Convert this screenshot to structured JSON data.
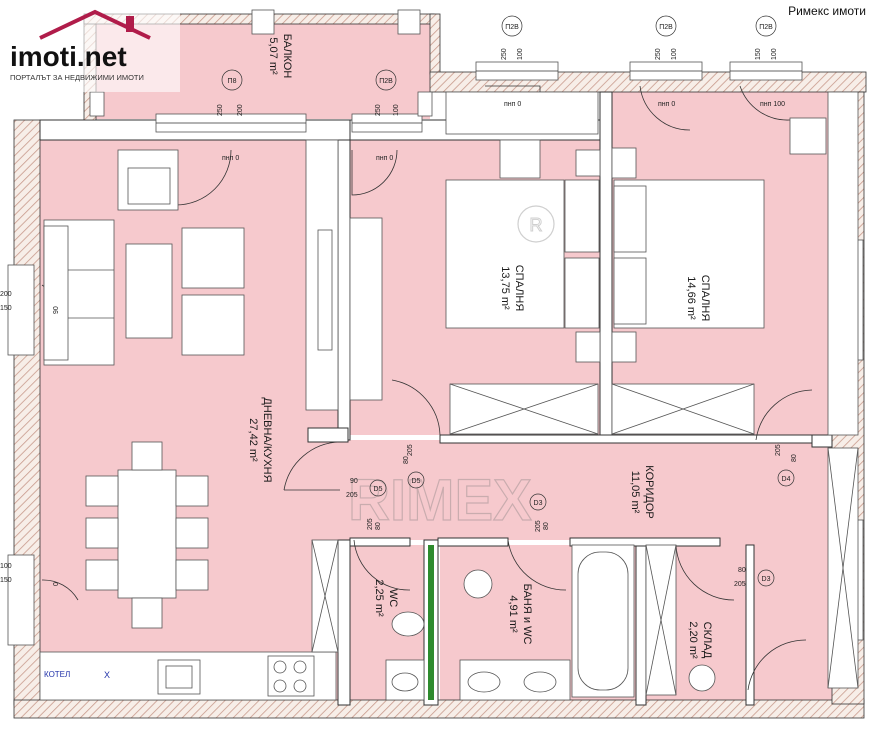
{
  "logo": {
    "brand": "imoti.net",
    "tagline": "ПОРТАЛЪТ ЗА НЕДВИЖИМИ ИМОТИ"
  },
  "watermark_top": "Римекс имоти",
  "watermark_center": "RIMEX",
  "rooms": {
    "balcony": {
      "name": "БАЛКОН",
      "area": "5,07 m²"
    },
    "living": {
      "name": "ДНЕВНА/КУХНЯ",
      "area": "27,42 m²"
    },
    "bedroom1": {
      "name": "СПАЛНЯ",
      "area": "13,75 m²"
    },
    "bedroom2": {
      "name": "СПАЛНЯ",
      "area": "14,66 m²"
    },
    "corridor": {
      "name": "КОРИДОР",
      "area": "11,05 m²"
    },
    "wc": {
      "name": "WC",
      "area": "2,25 m²"
    },
    "bath": {
      "name": "БАНЯ и WC",
      "area": "4,91 m²"
    },
    "storage": {
      "name": "СКЛАД",
      "area": "2,20 m²"
    }
  },
  "kitchen": {
    "boiler": "КОТЕЛ",
    "x_mark": "X"
  },
  "window_tags": {
    "p8": "П8",
    "p2v_balcony": "П2В",
    "p2v_b1": "П2В",
    "p2v_b2a": "П2В",
    "p2v_b2b": "П2В"
  },
  "door_tags": {
    "d5a": "D5",
    "d5b": "D5",
    "d3": "D3",
    "d4": "D4",
    "d3b": "D3"
  },
  "dims": {
    "p8_w": "250",
    "p8_h": "200",
    "p2v1_w": "250",
    "p2v1_h": "100",
    "p2v2_w": "250",
    "p2v2_h": "100",
    "p2v3_w": "250",
    "p2v3_h": "100",
    "p2v4_w": "150",
    "p2v4_h": "100",
    "sill_a": "пнп 0",
    "sill_b": "пнп 0",
    "sill_c": "пнп 0",
    "sill_d": "пнп 0",
    "sill_e": "пнп 100",
    "d_living_w": "90",
    "d_living_h": "205",
    "d_b1_w": "80",
    "d_b1_h": "205",
    "d_wc_w": "80",
    "d_wc_h": "205",
    "d_bath_w": "80",
    "d_bath_h": "205",
    "d_corr_w": "80",
    "d_corr_h": "205",
    "d_stor_w": "80",
    "d_stor_h": "205",
    "left_a": "200",
    "left_b": "150",
    "left_c": "100",
    "left_d": "150",
    "left_e": "90",
    "left_f": "0"
  },
  "colors": {
    "room_fill": "#f6c9cd",
    "wall": "#ffffff",
    "hatch": "#c89a8c",
    "tile": "#2e8b2e"
  }
}
